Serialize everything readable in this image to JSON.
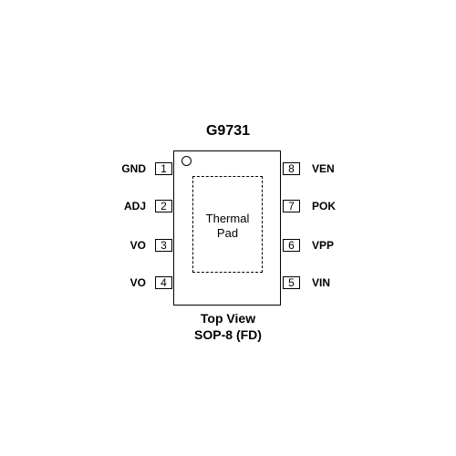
{
  "title": "G9731",
  "pad_label": [
    "Thermal",
    "Pad"
  ],
  "pins_left": [
    {
      "number": "1",
      "name": "GND"
    },
    {
      "number": "2",
      "name": "ADJ"
    },
    {
      "number": "3",
      "name": "VO"
    },
    {
      "number": "4",
      "name": "VO"
    }
  ],
  "pins_right": [
    {
      "number": "8",
      "name": "VEN"
    },
    {
      "number": "7",
      "name": "POK"
    },
    {
      "number": "6",
      "name": "VPP"
    },
    {
      "number": "5",
      "name": "VIN"
    }
  ],
  "caption": {
    "view": "Top View",
    "package": "SOP-8 (FD)"
  }
}
